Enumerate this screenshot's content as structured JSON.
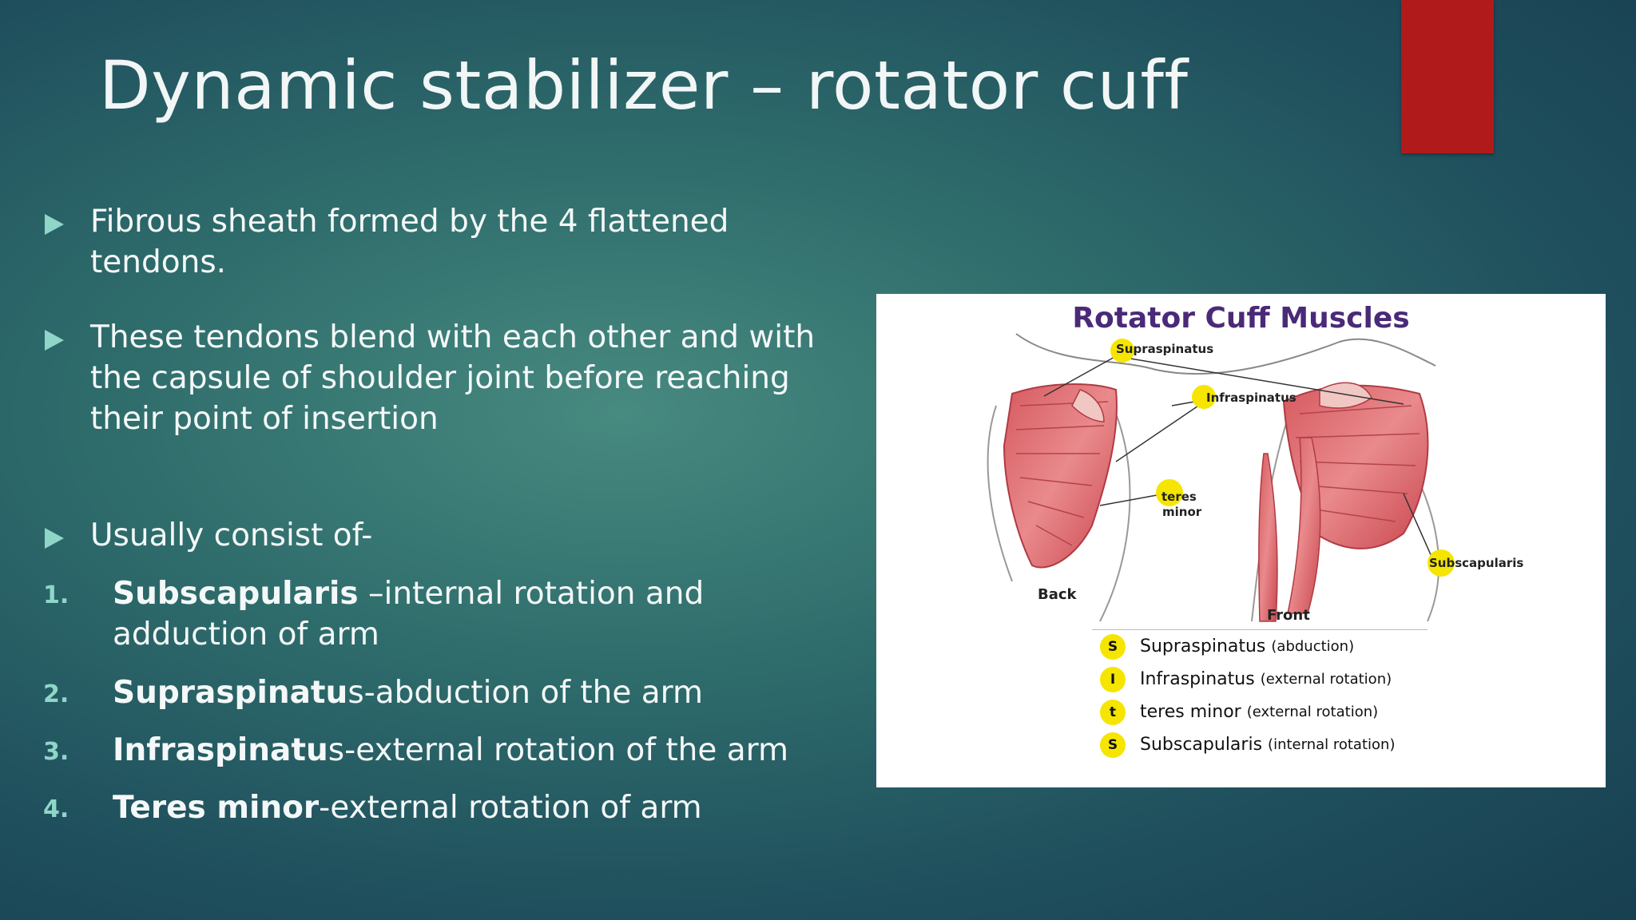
{
  "slide": {
    "title": "Dynamic stabilizer – rotator cuff",
    "bullets": [
      "Fibrous sheath formed by the 4 flattened tendons.",
      "These tendons blend with each other and with the capsule of shoulder joint before reaching their point of insertion",
      "Usually consist of-"
    ],
    "numbered": [
      {
        "num": "1.",
        "bold": "Subscapularis",
        "rest": " –internal rotation and adduction of arm"
      },
      {
        "num": "2.",
        "bold": "Supraspinatu",
        "rest": "s-abduction of the arm"
      },
      {
        "num": "3.",
        "bold": "Infraspinatu",
        "rest": "s-external rotation of the arm"
      },
      {
        "num": "4.",
        "bold": "Teres minor",
        "rest": "-external rotation of arm"
      }
    ],
    "accent_color": "#b01a1a"
  },
  "figure": {
    "title": "Rotator Cuff Muscles",
    "labels": {
      "supraspinatus": "Supraspinatus",
      "infraspinatus": "Infraspinatus",
      "teres_minor_1": "teres",
      "teres_minor_2": "minor",
      "subscapularis": "Subscapularis",
      "back": "Back",
      "front": "Front"
    },
    "legend": [
      {
        "badge": "S",
        "name": "Supraspinatus",
        "note": "(abduction)"
      },
      {
        "badge": "I",
        "name": "Infraspinatus",
        "note": "(external rotation)"
      },
      {
        "badge": "t",
        "name": "teres minor",
        "note": "(external rotation)"
      },
      {
        "badge": "S",
        "name": "Subscapularis",
        "note": "(internal rotation)"
      }
    ]
  }
}
